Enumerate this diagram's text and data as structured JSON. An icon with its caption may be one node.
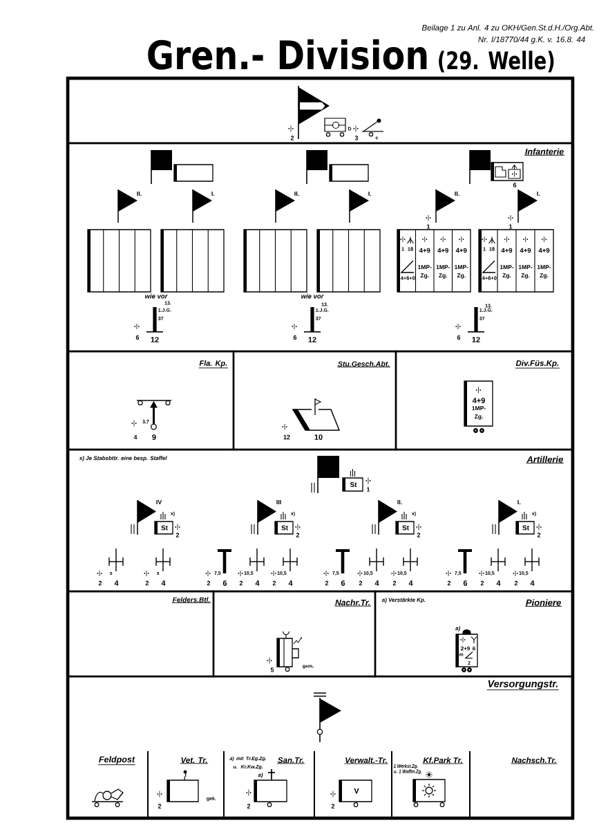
{
  "diagram": {
    "title": "Gren.- Division",
    "nodes": [
      {
        "text": [],
        "shape": "box"
      },
      {
        "text": [
          "Infanterie"
        ]
      },
      {
        "text": [],
        "shape": "box",
        "in": 1
      },
      {
        "text": [],
        "shape": "box",
        "in": 1
      },
      {
        "text": [],
        "shape": "box",
        "in": 1,
        "beside": [
          "6"
        ]
      },
      {
        "text": [],
        "shape": "box",
        "in": 1
      },
      {
        "text": [],
        "shape": "box",
        "in": 1
      },
      {
        "text": [],
        "shape": "box",
        "in": 1
      },
      {
        "text": [],
        "shape": "box",
        "in": 1
      },
      {
        "text": [
          "1",
          "18",
          "4+6+0",
          "4+9",
          "1MP- Zg.",
          "4+9",
          "1MP- Zg.",
          "4+9",
          "1MP- Zg."
        ],
        "in": 1
      },
      {
        "text": [
          "1",
          "18",
          "4+6+0",
          "4+9",
          "1MP- Zg.",
          "4+9",
          "1MP- Zg.",
          "4+9",
          "1MP- Zg."
        ],
        "in": 1
      },
      {
        "text": [
          "Fla. Kp."
        ]
      },
      {
        "text": [
          "Stu.Gesch.Abt."
        ]
      },
      {
        "text": [
          "Div.Füs.Kp."
        ]
      },
      {
        "text": [
          "4+9",
          "1MP- Zg."
        ],
        "in": 13
      },
      {
        "text": [
          "Artillerie"
        ]
      },
      {
        "text": [
          "St"
        ],
        "in": 15,
        "beside": [
          "1"
        ]
      },
      {
        "text": [
          "St"
        ],
        "in": 15,
        "beside": [
          "2"
        ]
      },
      {
        "text": [
          "St"
        ],
        "in": 15,
        "beside": [
          "2"
        ]
      },
      {
        "text": [
          "St"
        ],
        "in": 15,
        "beside": [
          "2"
        ]
      },
      {
        "text": [
          "St"
        ],
        "in": 15,
        "beside": [
          "2"
        ]
      },
      {
        "text": [
          "Felders.Btl."
        ]
      },
      {
        "text": [
          "Nachr.Tr."
        ]
      },
      {
        "text": [],
        "shape": "box",
        "in": 22,
        "beside": [
          "5",
          "gem."
        ]
      },
      {
        "text": [
          "Pioniere"
        ]
      },
      {
        "text": [
          "2+9",
          "6",
          "m",
          "2"
        ],
        "in": 24,
        "beside": [
          "a)"
        ]
      },
      {
        "text": [
          "Versorgungstr."
        ]
      },
      {
        "text": [],
        "shape": "box",
        "in": 26,
        "beside": [
          "2",
          "gek."
        ]
      },
      {
        "text": [],
        "shape": "box",
        "in": 26,
        "beside": [
          "a)",
          "2"
        ]
      },
      {
        "text": [
          "V"
        ],
        "in": 26,
        "beside": [
          "2"
        ]
      },
      {
        "text": [],
        "shape": "box",
        "in": 26
      }
    ],
    "labels": [
      "Beilage 1 zu Anl. 4 zu OKH/Gen.St.d.H./Org.Abt.",
      "Nr. I/18770/44 g.K. v. 16.8. 44",
      "(29. Welle)",
      "2",
      "D",
      "3",
      "c",
      "II.",
      "I.",
      "II.",
      "I.",
      "II.",
      "I.",
      "1",
      "1",
      "wie vor",
      "13.",
      "1.J.G. 37",
      "6",
      "12",
      "wie vor",
      "13.",
      "1.J.G. 37",
      "6",
      "12",
      "13.",
      "1.J.G. 37",
      "6",
      "12",
      "3,7",
      "4",
      "9",
      "12",
      "10",
      "x) Je Stabsbttr. eine besp. Staffel",
      "IV",
      "x)",
      "III",
      "x)",
      "II.",
      "x)",
      "I.",
      "x)",
      "s",
      "2",
      "4",
      "s",
      "2",
      "4",
      "7,5",
      "2",
      "6",
      "10,5",
      "2",
      "4",
      "10,5",
      "2",
      "4",
      "7,5",
      "2",
      "6",
      "10,5",
      "2",
      "4",
      "10,5",
      "2",
      "4",
      "7,5",
      "2",
      "6",
      "10,5",
      "2",
      "4",
      "10,5",
      "2",
      "4",
      "a) Verstärkte Kp.",
      "Feldpost",
      "Vet. Tr.",
      "a) mit Tr.Eg.Zg. u. Kr.Kw.Zg.",
      "San.Tr.",
      "Verwalt.-Tr.",
      "1 Werkst.Zg. u. 1 Waffm.Zg.",
      "Kf.Park Tr.",
      "Nachsch.Tr."
    ]
  }
}
